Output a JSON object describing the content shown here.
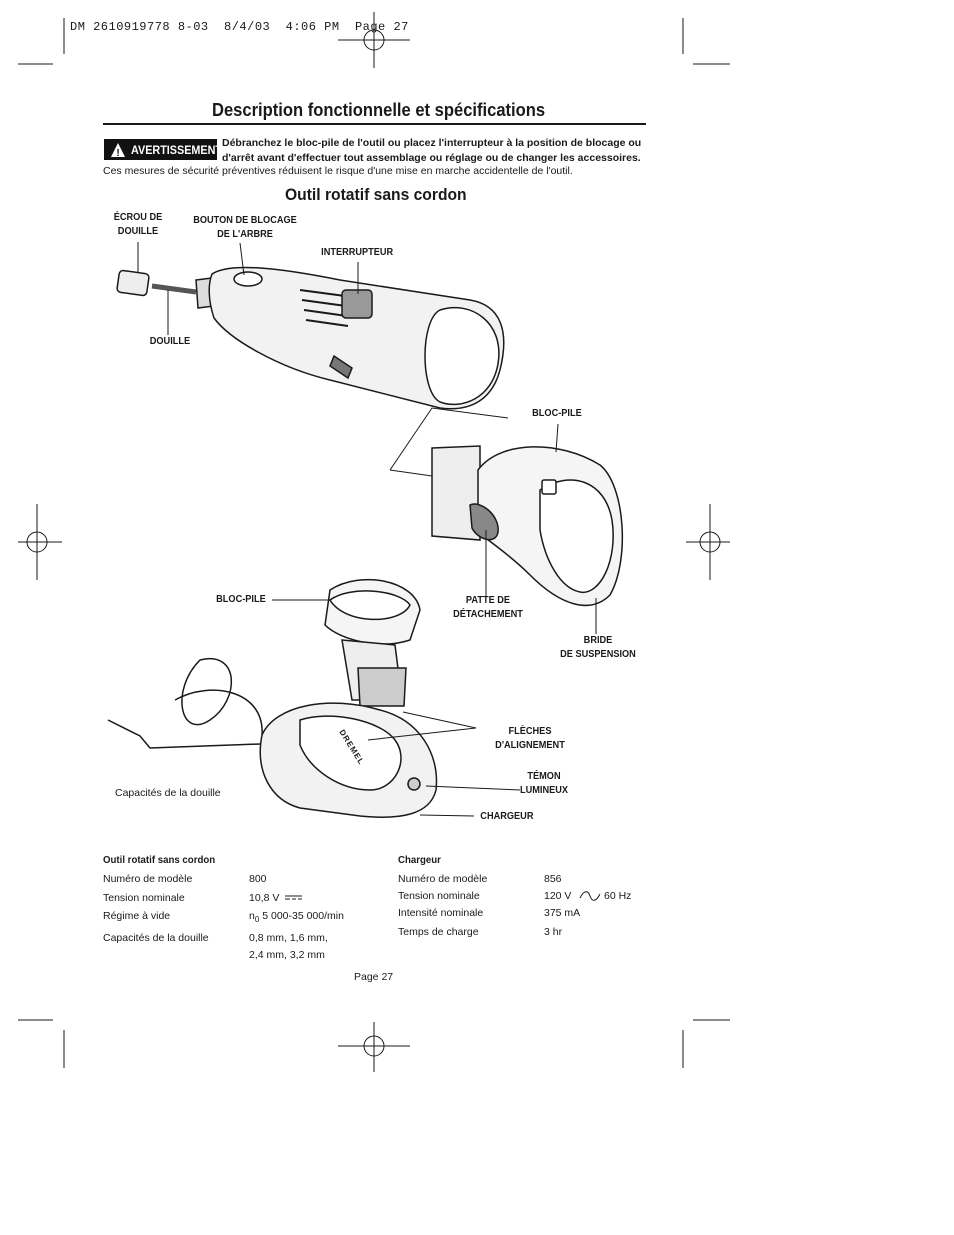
{
  "print_header": "DM 2610919778 8-03  8/4/03  4:06 PM  Page 27",
  "title": "Description fonctionnelle et spécifications",
  "warning": {
    "badge": "AVERTISSEMENT",
    "bold_line1": "Débranchez le bloc-pile de l'outil ou placez l'interrupteur à la position de blocage ou",
    "bold_line2": "d'arrêt avant d'effectuer tout assemblage ou réglage ou de changer les accessoires.",
    "normal": "Ces mesures de sécurité préventives réduisent le risque d'une mise en marche accidentelle de l'outil."
  },
  "subtitle": "Outil rotatif sans cordon",
  "labels": {
    "ecrou_1": "ÉCROU DE",
    "ecrou_2": "DOUILLE",
    "bouton_1": "BOUTON DE BLOCAGE",
    "bouton_2": "DE L'ARBRE",
    "interrupteur": "INTERRUPTEUR",
    "douille": "DOUILLE",
    "bloc_pile_1": "BLOC-PILE",
    "bloc_pile_2": "BLOC-PILE",
    "patte_1": "PATTE DE",
    "patte_2": "DÉTACHEMENT",
    "bride_1": "BRIDE",
    "bride_2": "DE SUSPENSION",
    "fleches_1": "FLÈCHES",
    "fleches_2": "D'ALIGNEMENT",
    "temoin_1": "TÉMON",
    "temoin_2": "LUMINEUX",
    "chargeur": "CHARGEUR",
    "capacites": "Capacités de la douille"
  },
  "specs_tool": {
    "heading": "Outil rotatif sans cordon",
    "rows": [
      {
        "k": "Numéro de modèle",
        "v": "800"
      },
      {
        "k": "Tension nominale",
        "v": "10,8 V"
      },
      {
        "k": "Régime à vide",
        "v_sub": "0",
        "v_prefix": "n",
        "v": "5 000-35 000/min"
      },
      {
        "k": "Capacités de la douille",
        "v": "0,8 mm, 1,6 mm,",
        "v2": "2,4 mm, 3,2 mm"
      }
    ]
  },
  "specs_charger": {
    "heading": "Chargeur",
    "rows": [
      {
        "k": "Numéro de modèle",
        "v": "856"
      },
      {
        "k": "Tension nominale",
        "v": "120 V",
        "v_b": "60 Hz"
      },
      {
        "k": "Intensité nominale",
        "v": "375 mA"
      },
      {
        "k": "Temps de charge",
        "v": "3 hr"
      }
    ]
  },
  "brand": "DREMEL",
  "page_number": "Page 27"
}
